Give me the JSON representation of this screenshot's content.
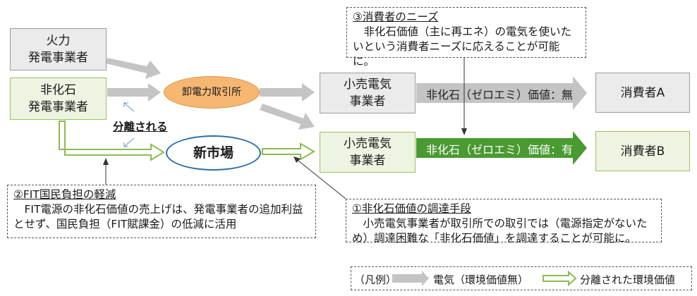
{
  "thermal_generator": [
    "火力",
    "発電事業者"
  ],
  "nonfossil_generator": [
    "非化石",
    "発電事業者"
  ],
  "exchange": "卸電力取引所",
  "new_market": "新市場",
  "retailer_top": [
    "小売電気",
    "事業者"
  ],
  "retailer_bottom": [
    "小売電気",
    "事業者"
  ],
  "consumer_a": "消費者A",
  "consumer_b": "消費者B",
  "value_none": "非化石（ゼロエミ）価値：無",
  "value_yes": "非化石（ゼロエミ）価値：有",
  "separated_label": "分離される",
  "note3": {
    "title": "③消費者のニーズ",
    "body": "非化石価値（主に再エネ）の電気を使いたいという消費者ニーズに応えることが可能に。"
  },
  "note2": {
    "title": "②FIT国民負担の軽減",
    "body": "FIT電源の非化石価値の売上げは、発電事業者の追加利益とせず、国民負担（FIT賦課金）の低減に活用"
  },
  "note1": {
    "title": "①非化石価値の調達手段",
    "body": "小売電気事業者が取引所での取引では（電源指定がないため）調達困難な「非化石価値」を調達することが可能に。"
  },
  "legend": {
    "prefix": "（凡例）",
    "electricity": "電気（環境価値無）",
    "separated": "分離された環境価値"
  },
  "colors": {
    "gray_arrow": "#c4c4c4",
    "green_fill": "#4a9a32",
    "green_outline": "#8dbb4f",
    "exchange_fill": "#f6b772"
  }
}
